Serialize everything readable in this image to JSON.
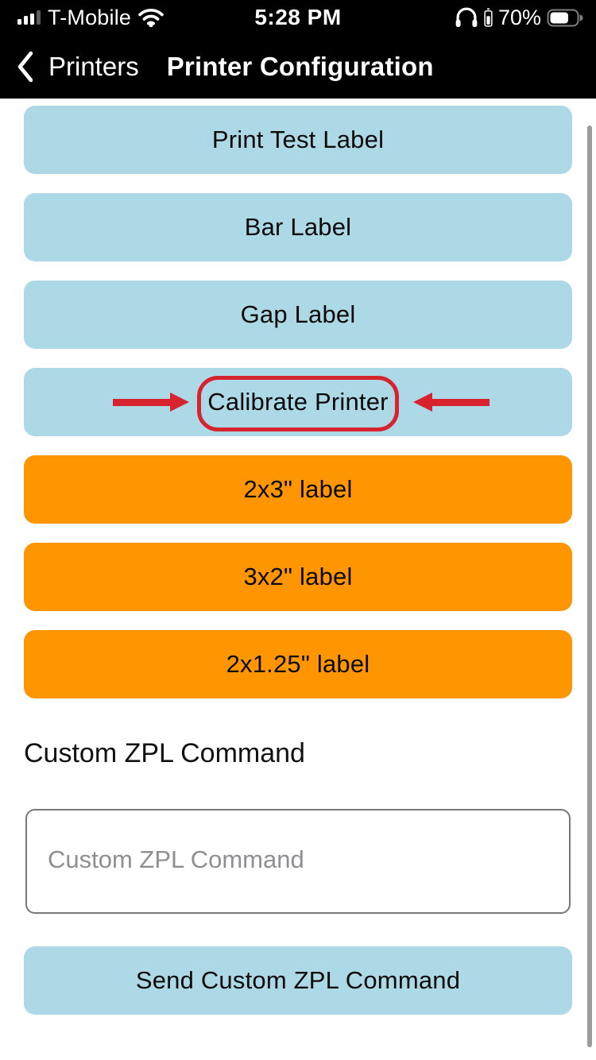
{
  "status_bar": {
    "carrier": "T-Mobile",
    "time": "5:28 PM",
    "battery_percent": "70%"
  },
  "nav_bar": {
    "back_label": "Printers",
    "title": "Printer Configuration"
  },
  "actions": [
    {
      "label": "Print Test Label",
      "style": "blue"
    },
    {
      "label": "Bar Label",
      "style": "blue"
    },
    {
      "label": "Gap Label",
      "style": "blue"
    },
    {
      "label": "Calibrate Printer",
      "style": "blue",
      "annotated": true
    },
    {
      "label": "2x3\" label",
      "style": "orange"
    },
    {
      "label": "3x2\" label",
      "style": "orange"
    },
    {
      "label": "2x1.25\" label",
      "style": "orange"
    }
  ],
  "custom_zpl": {
    "heading": "Custom ZPL Command",
    "input_value": "",
    "input_placeholder": "Custom ZPL Command",
    "send_label": "Send Custom ZPL Command"
  },
  "colors": {
    "button_blue": "#ADD8E6",
    "button_orange": "#FF9500",
    "annotation_red": "#D6232E",
    "header_bg": "#000000"
  }
}
